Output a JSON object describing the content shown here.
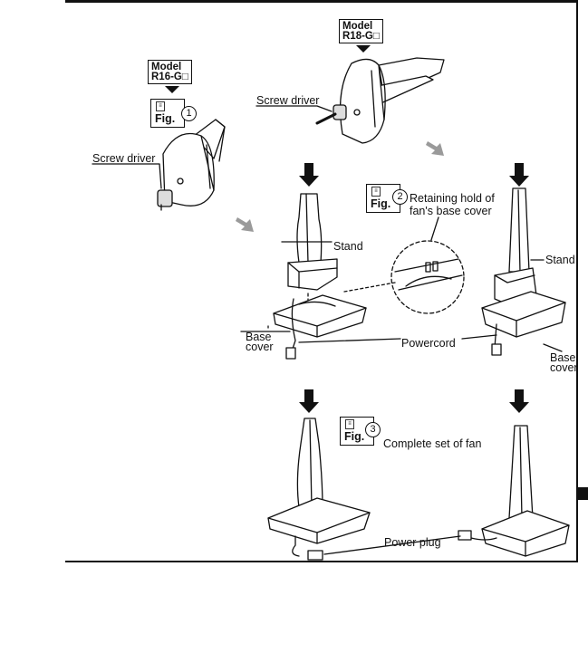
{
  "model_a": {
    "line1": "Model",
    "line2": "R16-G□"
  },
  "model_b": {
    "line1": "Model",
    "line2": "R18-G□"
  },
  "fig1": {
    "label": "Fig.",
    "number": "1"
  },
  "fig2": {
    "label": "Fig.",
    "number": "2",
    "caption_line1": "Retaining hold of",
    "caption_line2": "fan's base cover"
  },
  "fig3": {
    "label": "Fig.",
    "number": "3",
    "caption": "Complete set of fan"
  },
  "labels": {
    "screw_driver_left": "Screw driver",
    "screw_driver_top": "Screw driver",
    "stand_left": "Stand",
    "stand_right": "Stand",
    "base_cover_left_1": "Base",
    "base_cover_left_2": "cover",
    "base_cover_right_1": "Base",
    "base_cover_right_2": "cover",
    "powercord": "Powercord",
    "power_plug": "Power plug"
  },
  "colors": {
    "line": "#111111",
    "arrow_gray": "#9a9a9a",
    "shade": "#d8d8d8"
  }
}
